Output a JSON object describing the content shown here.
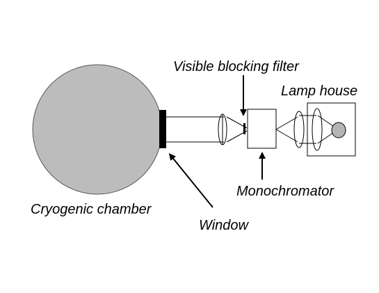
{
  "labels": {
    "filter": "Visible blocking filter",
    "lamp_house": "Lamp house",
    "monochromator": "Monochromator",
    "chamber": "Cryogenic chamber",
    "window": "Window"
  },
  "colors": {
    "chamber_fill": "#bcbcbc",
    "lamp_fill": "#b4b4b4",
    "stroke": "#000000",
    "background": "#ffffff"
  }
}
